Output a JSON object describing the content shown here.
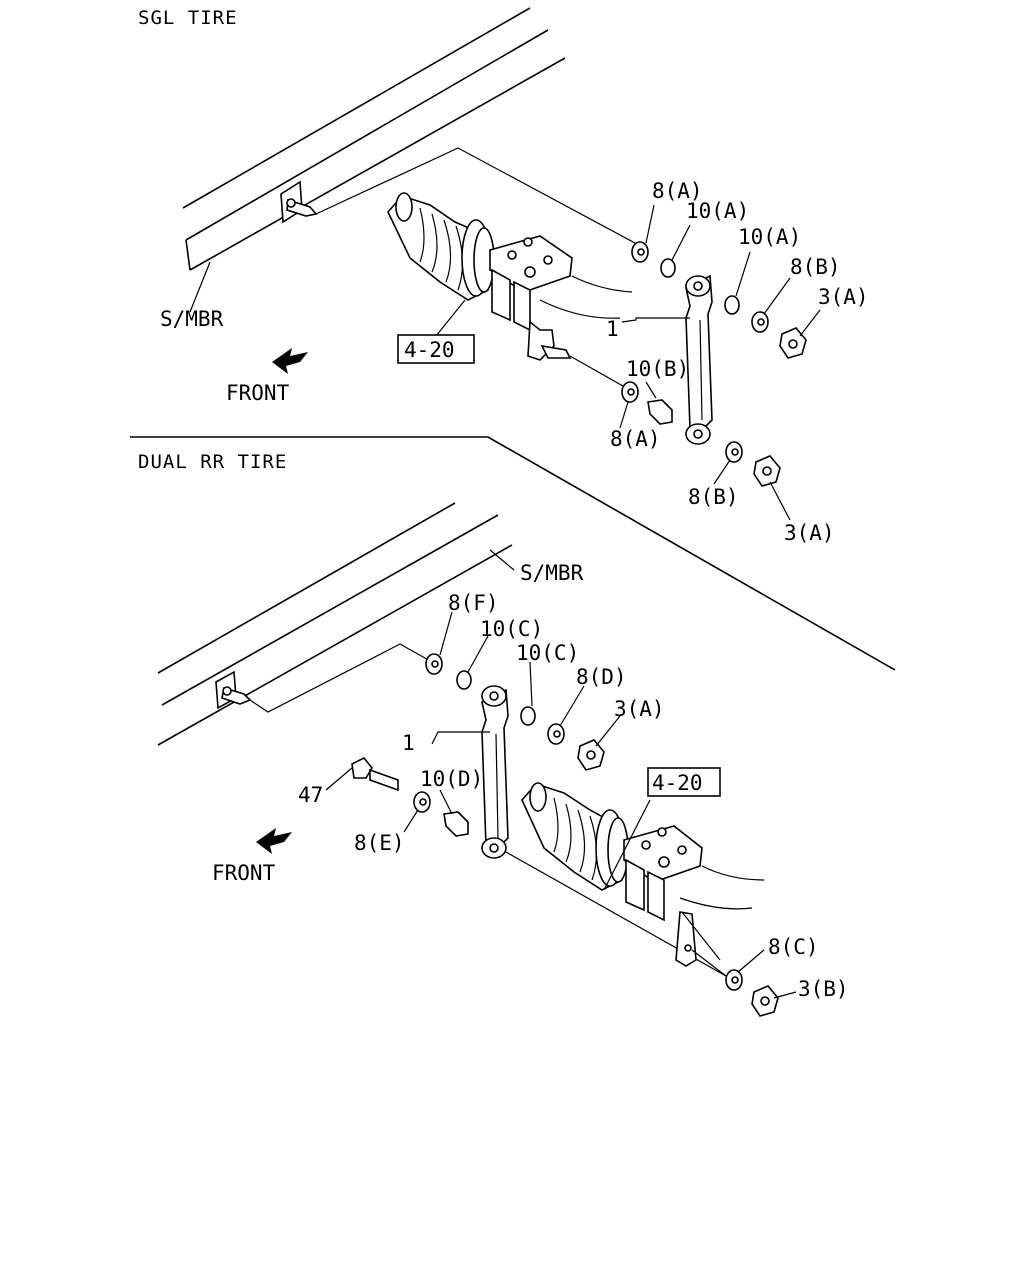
{
  "sections": {
    "top": {
      "title": "SGL TIRE",
      "frame_label": "S/MBR",
      "front_label": "FRONT",
      "ref_box": "4-20",
      "callouts": [
        "8(A)",
        "10(A)",
        "10(A)",
        "8(B)",
        "3(A)",
        "1",
        "10(B)",
        "8(A)",
        "8(B)",
        "3(A)"
      ]
    },
    "bottom": {
      "title": "DUAL RR TIRE",
      "frame_label": "S/MBR",
      "front_label": "FRONT",
      "ref_box": "4-20",
      "callouts": [
        "8(F)",
        "10(C)",
        "10(C)",
        "8(D)",
        "3(A)",
        "1",
        "10(D)",
        "47",
        "8(E)",
        "8(C)",
        "3(B)"
      ]
    }
  }
}
